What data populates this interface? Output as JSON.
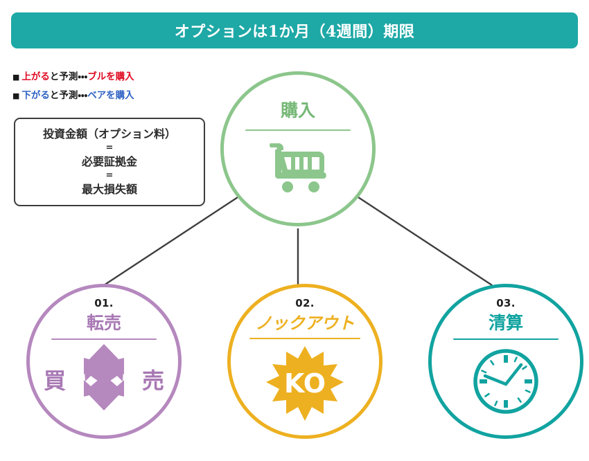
{
  "header": {
    "title": "オプションは1か月（4週間）期限",
    "background_color": "#1ea8a6",
    "text_color": "#ffffff"
  },
  "legend": {
    "bullet": "■",
    "items": [
      {
        "bullet": "■",
        "highlight_start": "上がる",
        "middle": "と予測・・・",
        "highlight_end": "ブルを購入",
        "color": "#e00a22"
      },
      {
        "bullet": "■",
        "highlight_start": "下がる",
        "middle": "と予測・・・",
        "highlight_end": "ベアを購入",
        "color": "#2f62c4"
      }
    ]
  },
  "info_box": {
    "lines": [
      "投資金額（オプション料）",
      "=",
      "必要証拠金",
      "=",
      "最大損失額"
    ],
    "line1": "投資金額（オプション料）",
    "eq1": "=",
    "line2": "必要証拠金",
    "eq2": "=",
    "line3": "最大損失額",
    "border_color": "#3c3c3c"
  },
  "nodes": {
    "purchase": {
      "number": "",
      "title": "購入",
      "icon": "shopping-cart-icon",
      "color": "#8cc68c",
      "title_color": "#76b877"
    },
    "resale": {
      "number": "01.",
      "title": "転売",
      "icon": "four-way-arrow-icon",
      "left_label": "買",
      "right_label": "売",
      "color": "#b588be",
      "title_color": "#a878b4"
    },
    "knockout": {
      "number": "02.",
      "title": "ノックアウト",
      "icon": "ko-starburst-icon",
      "icon_label": "KO",
      "color": "#edb020",
      "title_color": "#edb020"
    },
    "settlement": {
      "number": "03.",
      "title": "清算",
      "icon": "clock-icon",
      "color": "#11a3a0",
      "title_color": "#11a3a0"
    }
  },
  "connectors": {
    "color": "#3f3f3f",
    "count": 3
  }
}
